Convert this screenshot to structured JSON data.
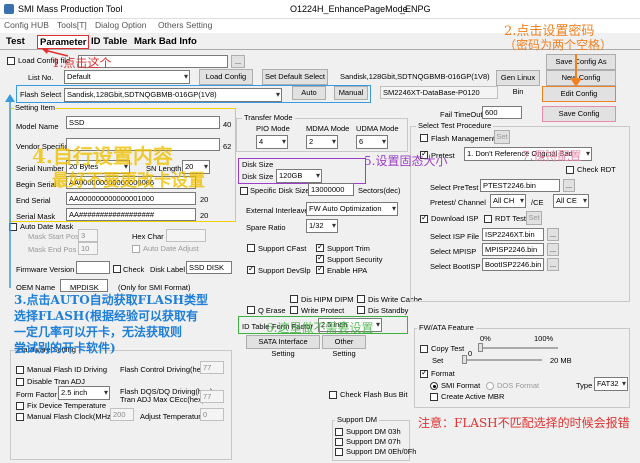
{
  "window": {
    "app_title": "SMI Mass Production Tool",
    "doc_title": "O1224H_EnhancePageMode",
    "doc_suffix": "_ENPG"
  },
  "menu": [
    "Config HUB",
    "Tools[T]",
    "Dialog Option",
    "Others Setting"
  ],
  "tabs": [
    "Test",
    "Parameter",
    "ID Table",
    "Mark Bad Info"
  ],
  "load_config_file": {
    "label": "Load Config file",
    "button": "..."
  },
  "save_config_as": "Save Config As",
  "list_no": {
    "label": "List No.",
    "value": "Default"
  },
  "load_config": "Load Config",
  "set_default_select": "Set Default Select",
  "device_info": "Sandisk,128Gbit,SDTNQGBMB-016GP(1V8)",
  "gen_linux_bin": "Gen Linux Bin",
  "new_config": "New Config",
  "flash_select": {
    "label": "Flash Select",
    "value": "Sandisk,128Gbit,SDTNQGBMB-016GP(1V8)",
    "auto": "Auto",
    "manual": "Manual"
  },
  "database": "SM2246XT-DataBase-P0120",
  "edit_config": "Edit Config",
  "fail_timeout": {
    "label": "Fail TimeOut",
    "value": "600"
  },
  "save_config": "Save Config",
  "setting_item": {
    "title": "Setting Item",
    "model_name": {
      "label": "Model Name",
      "value": "SSD",
      "len": "40"
    },
    "vendor_specific": {
      "label": "Vendor Specific",
      "value": "",
      "len": "62"
    },
    "serial_number": {
      "label": "Serial Number",
      "value": "20 Bytes",
      "sn_label": "SN Length",
      "sn_value": "20"
    },
    "begin_serial": {
      "label": "Begin Serial",
      "value": "AA000000000000000086"
    },
    "end_serial": {
      "label": "End Serial",
      "value": "AA000000000000001000",
      "len": "20"
    },
    "serial_mask": {
      "label": "Serial Mask",
      "value": "AA##################",
      "len": "20"
    },
    "auto_date_mask": "Auto Date Mask",
    "mask_start_pos": {
      "label": "Mask Start Pos",
      "value": "3"
    },
    "hex_char": {
      "label": "Hex Char",
      "value": ""
    },
    "mask_end_pos": {
      "label": "Mask End Pos",
      "value": "10"
    },
    "auto_date_adjust": "Auto Date Adjust",
    "firmware_version": {
      "label": "Firmware Version",
      "value": "",
      "check": "Check",
      "disk_label": "Disk Label",
      "disk_value": "SSD DISK"
    },
    "oem_name": {
      "label": "OEM Name",
      "value": ""
    },
    "mpdisk": {
      "label": "",
      "value": "MPDISK",
      "note": "(Only for SMI Format)"
    }
  },
  "transfer_mode": {
    "title": "Transfer Mode",
    "pio_label": "PIO Mode",
    "pio_value": "4",
    "mdma_label": "MDMA Mode",
    "mdma_value": "2",
    "udma_label": "UDMA Mode",
    "udma_value": "6"
  },
  "disk_size": {
    "title": "Disk Size",
    "label": "Disk Size",
    "value": "120GB",
    "specific": "Specific Disk Size",
    "specific_value": "13000000",
    "unit": "Sectors(dec)"
  },
  "external_interleave": {
    "label": "External Interleave",
    "value": "FW Auto Optimization"
  },
  "spare_ratio": {
    "label": "Spare Ratio",
    "value": "1/32"
  },
  "features": {
    "support_cfast": "Support CFast",
    "support_trim": "Support Trim",
    "support_security": "Support Security",
    "support_devslp": "Support DevSlp",
    "enable_hpa": "Enable HPA",
    "dis_hipm_dipm": "Dis HIPM DIPM",
    "dis_write_cache": "Dis Write Cache",
    "q_erase": "Q Erase",
    "write_protect": "Write Protect",
    "dis_standby": "Dis Standby",
    "id_table_label": "ID Table",
    "form_factor_label": "Form Factor",
    "form_factor_value": "2.5 inch"
  },
  "sata_interface_setting": "SATA Interface Setting",
  "other_setting": "Other Setting",
  "hardware_setting": {
    "title": "Hardware Setting",
    "manual_flash_id": "Manual Flash ID Driving",
    "disable_tran_adj": "Disable Tran ADJ",
    "form_factor_label": "Form Factor",
    "form_factor_value": "2.5 inch",
    "fix_device_temp": "Fix Device Temperature",
    "manual_flash_clock": "Manual Flash Clock(MHz)",
    "flash_clock_value": "200",
    "flash_control_driving": "Flash Control Driving(hex)",
    "fcd_value": "77",
    "flash_dqs_driving": "Flash DQS/DQ Driving(hex)",
    "tran_adj_max": "Tran ADJ Max CEcc(hex)",
    "tam_value": "77",
    "adjust_temperature": "Adjust Temperature",
    "at_value": "0"
  },
  "check_flash_bus_bit": "Check Flash Bus Bit",
  "support_dm": {
    "title": "Support DM",
    "dm03": "Support DM 03h",
    "dm07": "Support DM 07h",
    "dm0e": "Support DM 0Eh/0Fh"
  },
  "select_test_procedure": {
    "title": "Select Test Procedure",
    "flash_management": "Flash Management",
    "set": "Set",
    "pretest": "Pretest",
    "pretest_value": "1. Don't Reference Original Bad",
    "check_rdt": "Check RDT",
    "select_pretest": "Select PreTest",
    "pretest_file": "PTEST2246.bin",
    "pretest_channel": "Pretest/ Channel",
    "channel_value": "All CH",
    "ce_label": "/CE",
    "ce_value": "All CE",
    "download_isp": "Download ISP",
    "rdt_test": "RDT Test",
    "select_isp_file": "Select ISP File",
    "isp_file": "ISP2246XT.bin",
    "select_mpisp": "Select MPISP",
    "mpisp_file": "MPISP2246.bin",
    "select_bootisp": "Select BootISP",
    "bootisp_file": "BootISP2246.bin"
  },
  "fw_ata": {
    "title": "FW/ATA Feature",
    "copy_test": "Copy Test",
    "pct0": "0%",
    "pct100": "100%",
    "set": "Set",
    "mb0": "0",
    "mb20": "20 MB",
    "format": "Format",
    "smi_format": "SMI Format",
    "dos_format": "DOS Format",
    "type_label": "Type",
    "type_value": "FAT32",
    "create_mbr": "Create Active MBR"
  },
  "annotations": {
    "a1": "1.点击这个",
    "a2_line1": "2.点击设置密码",
    "a2_line2": "（密码为两个空格）",
    "a3_line1": "3.点击AUTO自动获取FLASH类型",
    "a3_line2": "选择FLASH(根据经验可以获取有",
    "a3_line3": "一定几率可以开卡，无法获取则",
    "a3_line4": "尝试别的开卡软件)",
    "a4_line1": "4.自行设置内容",
    "a4_line2": "最好不要更改卡设置",
    "a5": "5.设置固态大小",
    "a6": "6.这里做不需要设置",
    "a7": "7.保持配置",
    "note": "注意：FLASH不匹配选择的时候会报错"
  }
}
